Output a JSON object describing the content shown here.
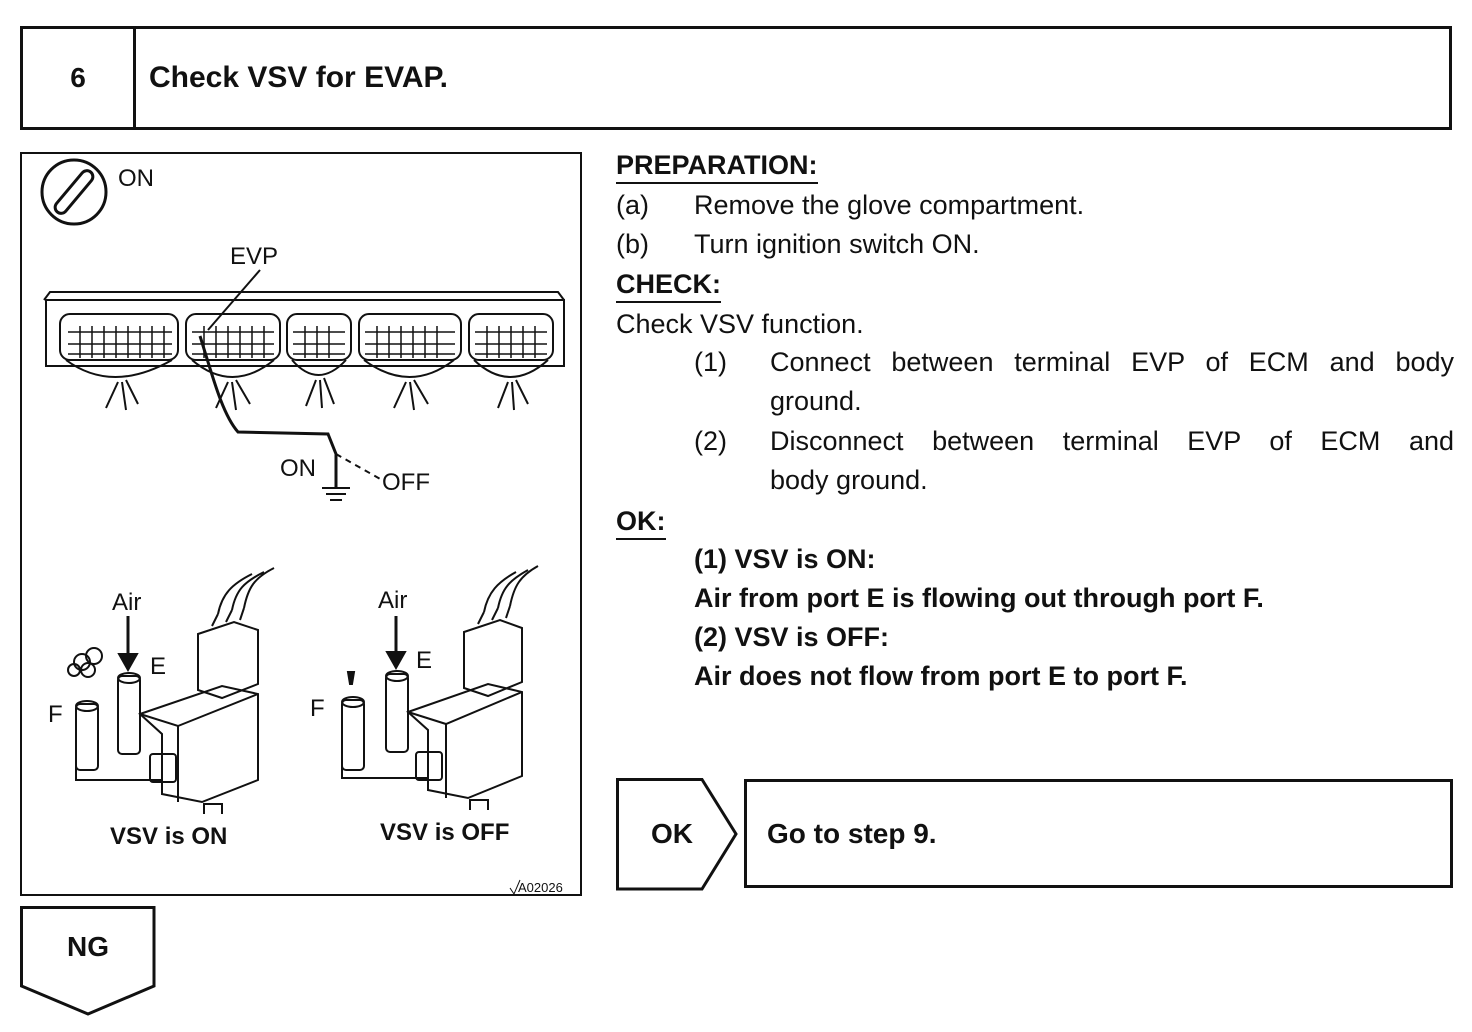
{
  "step": {
    "number": "6",
    "title": "Check VSV for EVAP."
  },
  "figure": {
    "ignition_state": "ON",
    "terminal_label": "EVP",
    "switch_on": "ON",
    "switch_off": "OFF",
    "air_label": "Air",
    "port_e": "E",
    "port_f": "F",
    "caption_on": "VSV is ON",
    "caption_off": "VSV is OFF",
    "figure_id": "A02026",
    "icons": [
      "ignition-key-icon",
      "ecm-connector-icon",
      "ground-icon",
      "vsv-valve-icon",
      "air-arrow-icon"
    ]
  },
  "preparation": {
    "heading": "PREPARATION:",
    "items": [
      {
        "marker": "(a)",
        "text": "Remove the glove compartment."
      },
      {
        "marker": "(b)",
        "text": "Turn ignition switch ON."
      }
    ]
  },
  "check": {
    "heading": "CHECK:",
    "intro": "Check VSV function.",
    "items": [
      {
        "marker": "(1)",
        "line1": "Connect between terminal EVP of ECM and body",
        "line2": "ground."
      },
      {
        "marker": "(2)",
        "line1": "Disconnect between terminal EVP of ECM and",
        "line2": "body ground."
      }
    ]
  },
  "ok": {
    "heading": "OK:",
    "lines": [
      "(1) VSV is ON:",
      "Air from port E is flowing out through port F.",
      "(2) VSV is OFF:",
      "Air does not flow from port E to port F."
    ]
  },
  "result_ok": {
    "label": "OK",
    "action": "Go to step 9."
  },
  "result_ng": {
    "label": "NG"
  }
}
